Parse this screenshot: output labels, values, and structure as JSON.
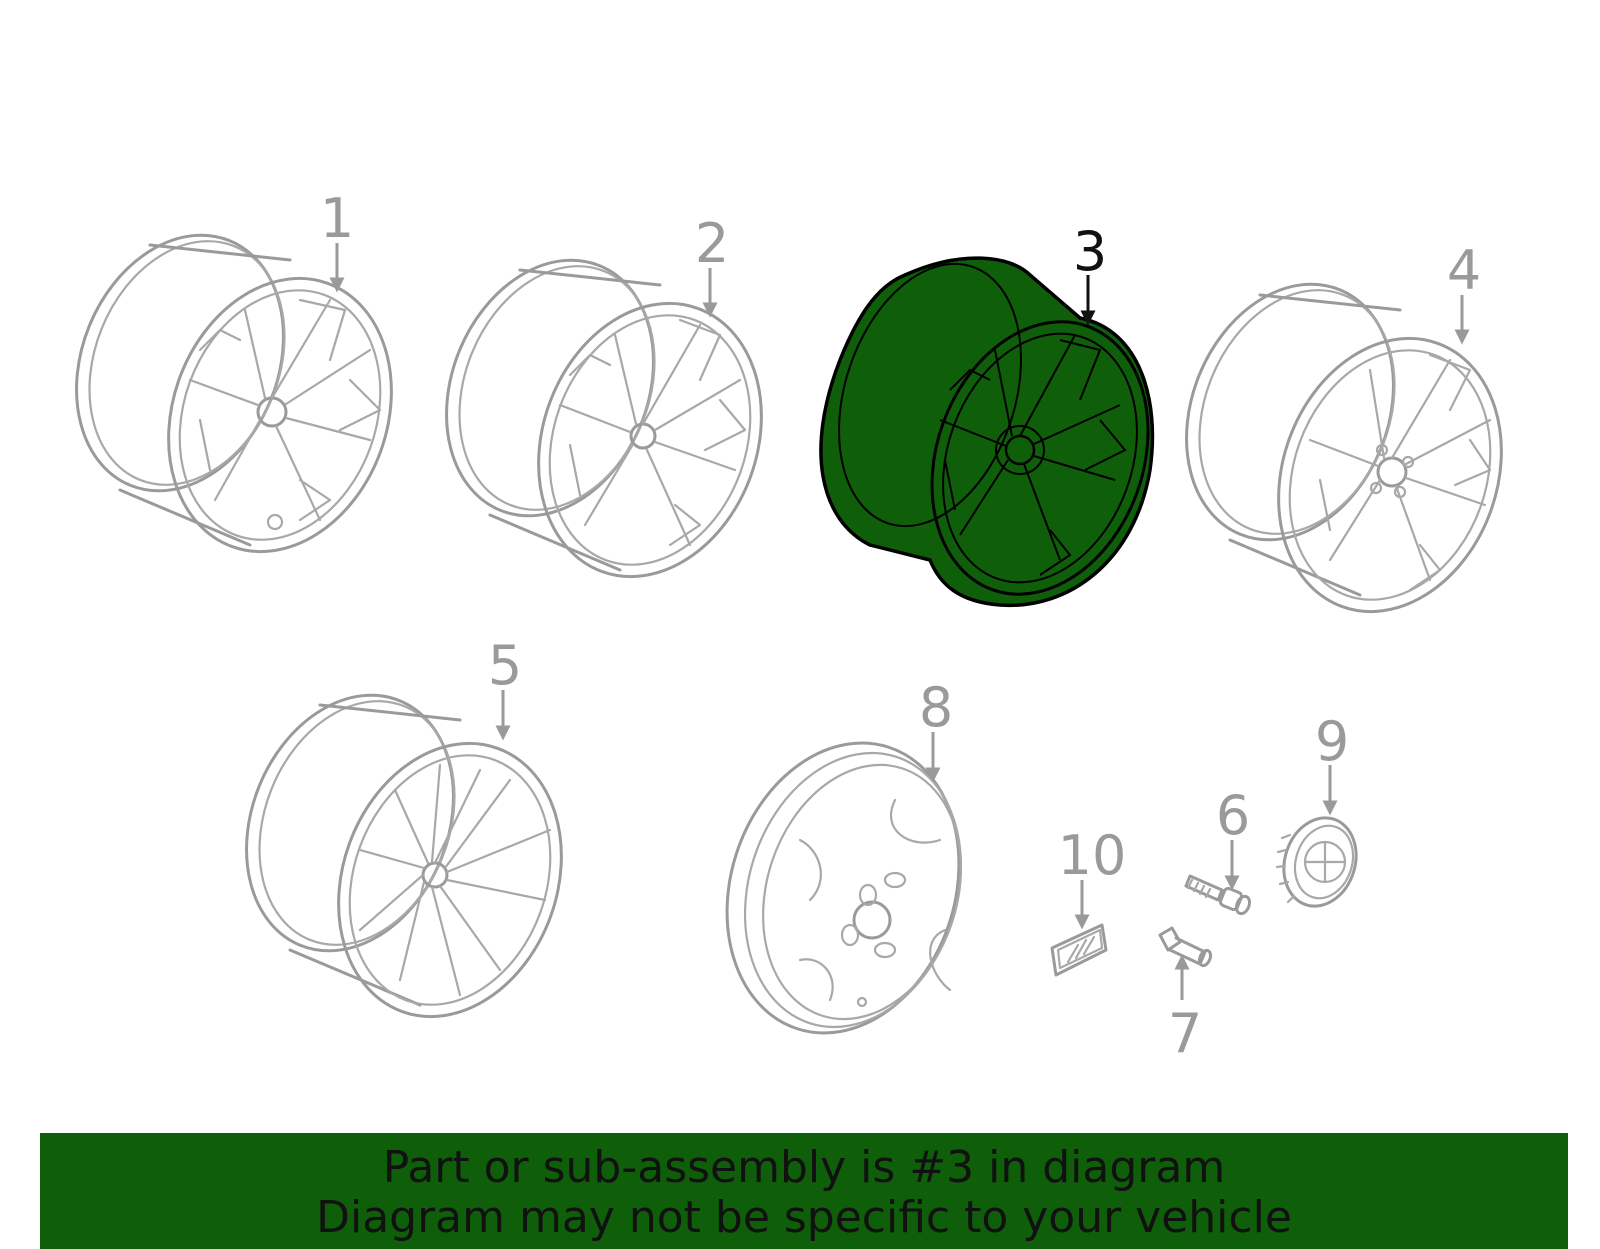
{
  "diagram": {
    "highlight_color": "#0f5f0a",
    "line_color": "#9a9a9a",
    "selected_callout": "3",
    "callouts": [
      {
        "id": "1",
        "label": "1"
      },
      {
        "id": "2",
        "label": "2"
      },
      {
        "id": "3",
        "label": "3"
      },
      {
        "id": "4",
        "label": "4"
      },
      {
        "id": "5",
        "label": "5"
      },
      {
        "id": "6",
        "label": "6"
      },
      {
        "id": "7",
        "label": "7"
      },
      {
        "id": "8",
        "label": "8"
      },
      {
        "id": "9",
        "label": "9"
      },
      {
        "id": "10",
        "label": "10"
      }
    ]
  },
  "banner": {
    "line1": "Part or sub-assembly is #3 in diagram",
    "line2": "Diagram may not be specific to your vehicle"
  }
}
